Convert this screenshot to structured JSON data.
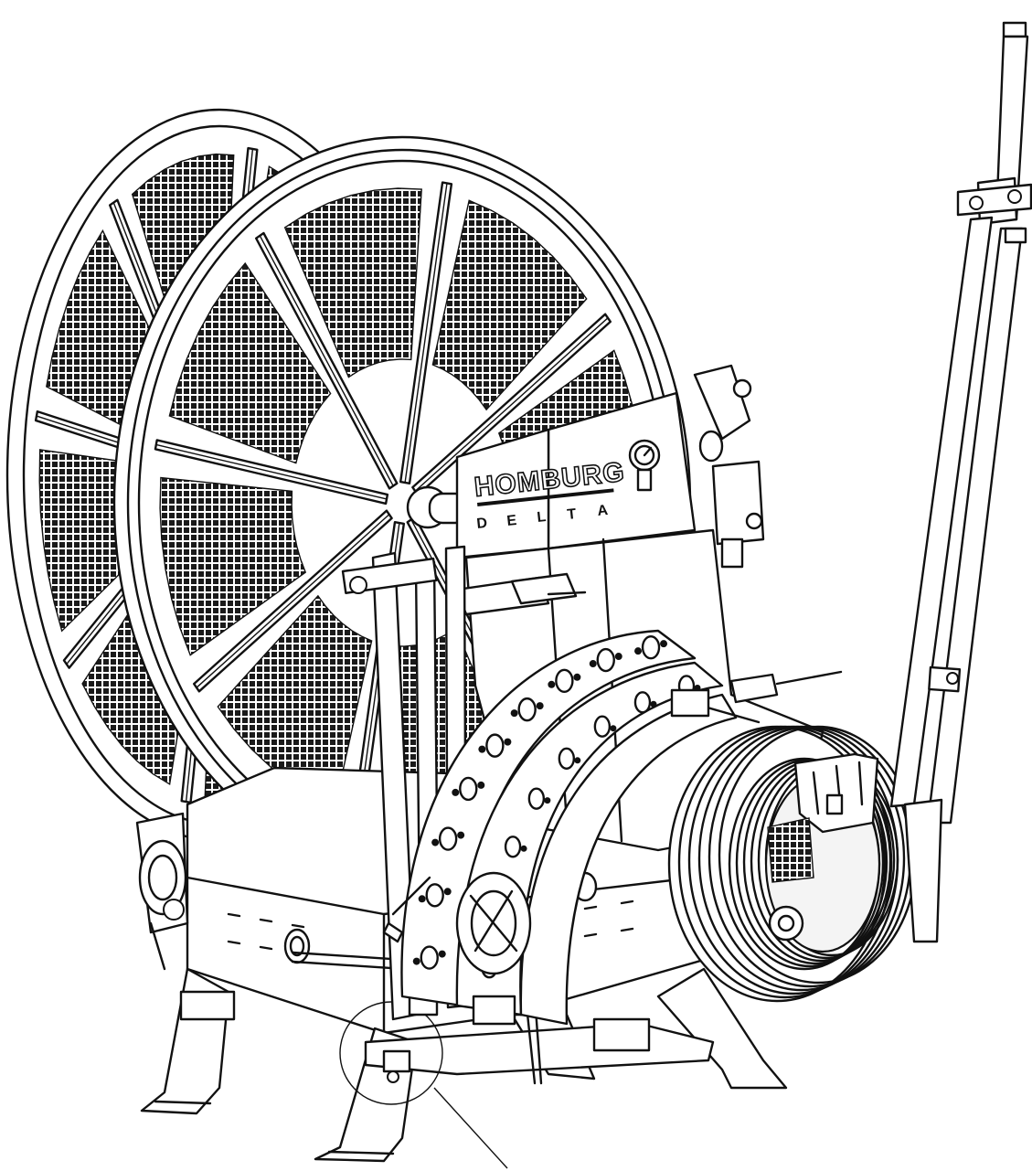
{
  "logo": {
    "brand": "HOMBURG",
    "model": [
      "D",
      "E",
      "L",
      "T",
      "A"
    ]
  },
  "colors": {
    "line": "#111111",
    "background": "#ffffff"
  },
  "parts": {
    "drum": {
      "spokes": 8,
      "mesh_panels": 8
    },
    "hose_coil": {
      "turns": 6
    },
    "roller_track": {
      "rollers_outer": 9,
      "rollers_inner": 8
    }
  }
}
